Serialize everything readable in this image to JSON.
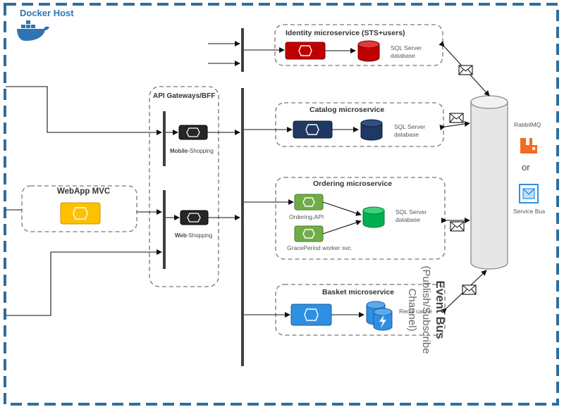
{
  "host": {
    "title": "Docker Host"
  },
  "gateways": {
    "title": "API Gateways/BFF",
    "mobile_label_bold": "Mobile",
    "mobile_label_rest": "-Shopping",
    "web_label_bold": "Web",
    "web_label_rest": "-Shopping"
  },
  "webapp": {
    "title": "WebApp MVC"
  },
  "identity": {
    "title": "Identity microservice (STS+users)",
    "db_line1": "SQL Server",
    "db_line2": "database"
  },
  "catalog": {
    "title": "Catalog microservice",
    "db_line1": "SQL Server",
    "db_line2": "database"
  },
  "ordering": {
    "title": "Ordering microservice",
    "api_label": "Ordering.API",
    "worker_label": "GracePeriod worker svc.",
    "db_line1": "SQL Server",
    "db_line2": "database"
  },
  "basket": {
    "title": "Basket microservice",
    "cache_label": "Redis cache"
  },
  "event_bus": {
    "title": "Event Bus",
    "subtitle": "(Publish/Subscribe Channel)"
  },
  "brokers": {
    "rabbit": "RabbitMQ",
    "or": "or",
    "service_bus": "Service Bus"
  },
  "colors": {
    "host_border": "#2e6e9e",
    "identity": "#c00000",
    "catalog": "#1f3864",
    "ordering": "#70ad47",
    "basket": "#2f8fe0",
    "webapp": "#ffc000",
    "gateway": "#262626",
    "db_green": "#00b050",
    "rabbit": "#f26b21"
  }
}
